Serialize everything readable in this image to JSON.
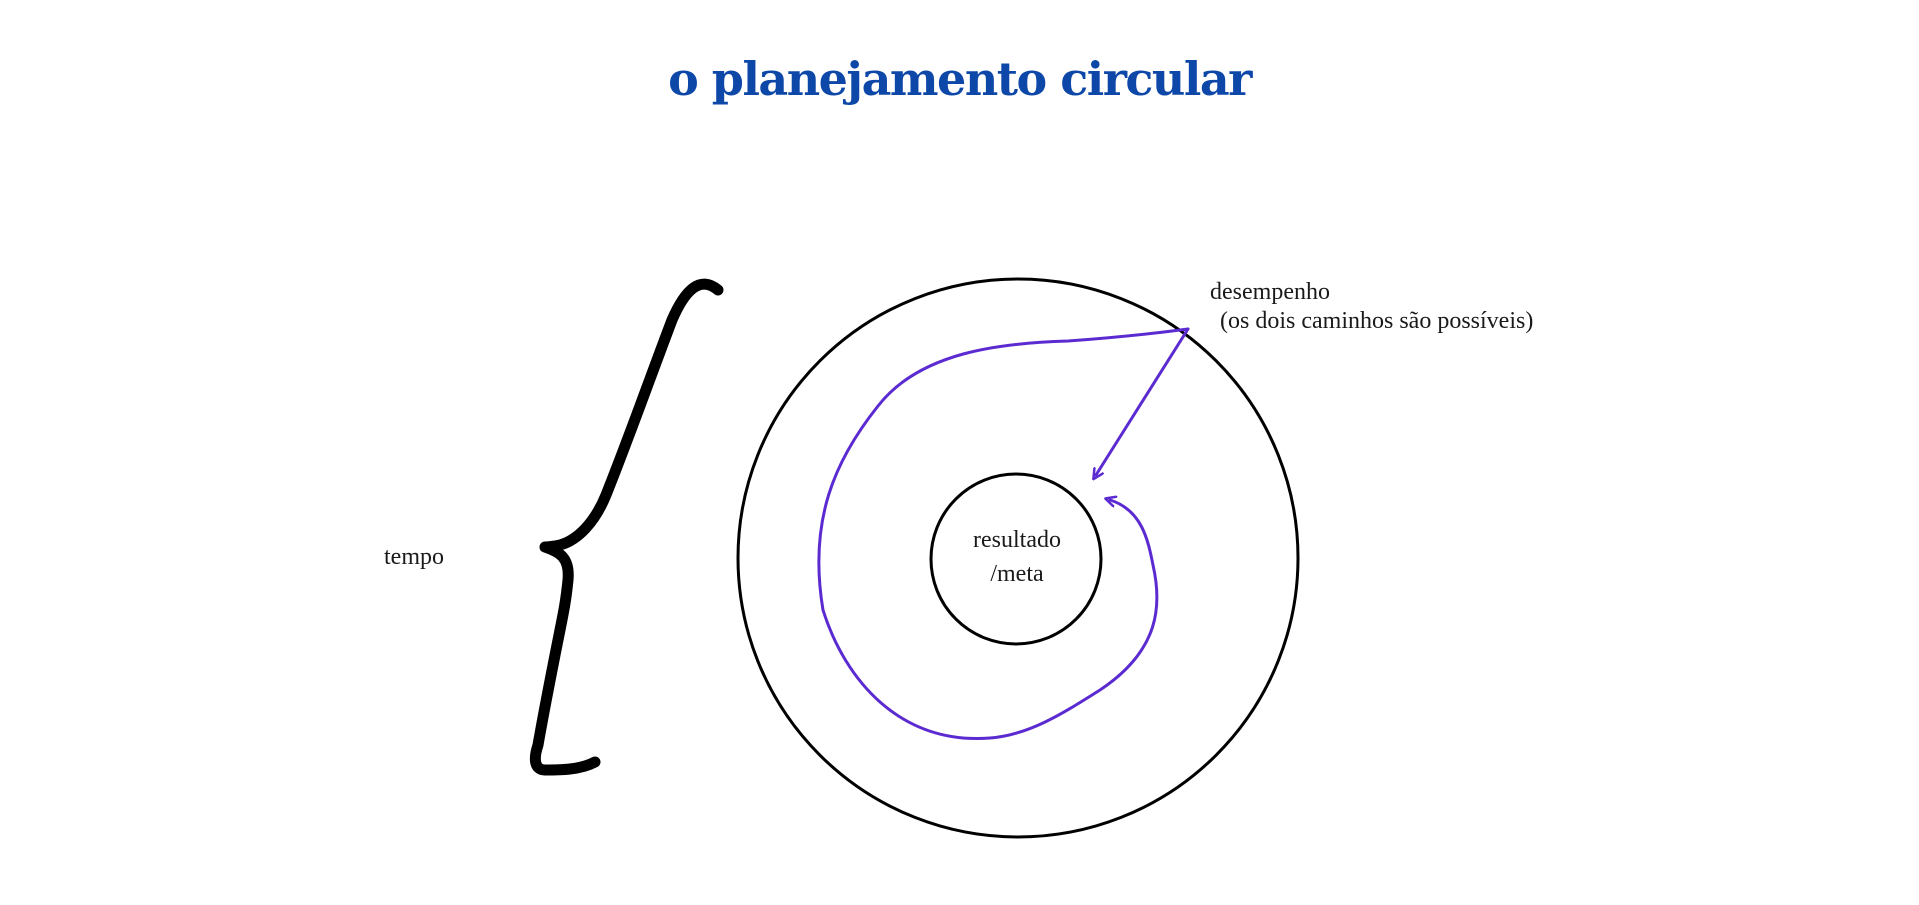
{
  "title": "o planejamento circular",
  "labels": {
    "time": "tempo",
    "performance": "desempenho",
    "performance_note": "(os dois caminhos são possíveis)",
    "center_line1": "resultado",
    "center_line2": "/meta"
  },
  "colors": {
    "title": "#0d47a8",
    "path": "#5b2bd1",
    "stroke": "#000000"
  },
  "icons": {
    "brace": "left-curly-brace",
    "arrows": [
      "direct-arrow",
      "spiral-arrow"
    ]
  }
}
